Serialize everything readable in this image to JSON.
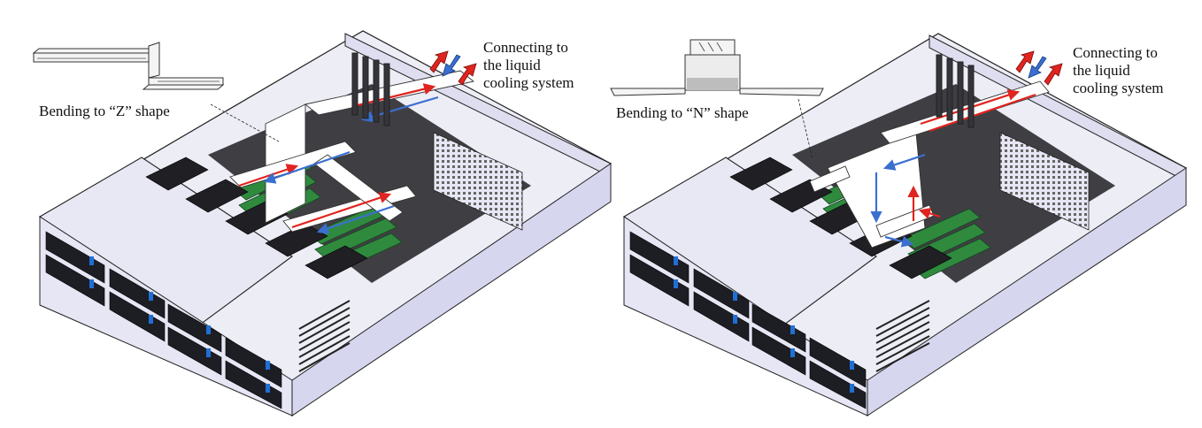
{
  "figures": [
    {
      "id": "z-shape-figure",
      "callout": "Bending to “Z” shape",
      "connect_lines": [
        "Connecting to",
        "the liquid",
        "cooling system"
      ]
    },
    {
      "id": "n-shape-figure",
      "callout": "Bending to “N” shape",
      "connect_lines": [
        "Connecting to",
        "the liquid",
        "cooling system"
      ]
    }
  ],
  "colors": {
    "chassis_body": "#e6e6f4",
    "chassis_side": "#d6d6ee",
    "chassis_outline": "#222222",
    "drive_bay": "#1d1d24",
    "drive_latch_blue": "#1f6fd6",
    "dimm_green": "#2f8a3e",
    "motherboard": "#2b2b30",
    "cold_plate": "#ffffff",
    "flow_hot": "#e0241f",
    "flow_cold": "#3a6fd0"
  },
  "icons": [
    "hot-flow-arrow-icon",
    "cold-flow-arrow-icon",
    "hot-flow-arrow-icon"
  ]
}
